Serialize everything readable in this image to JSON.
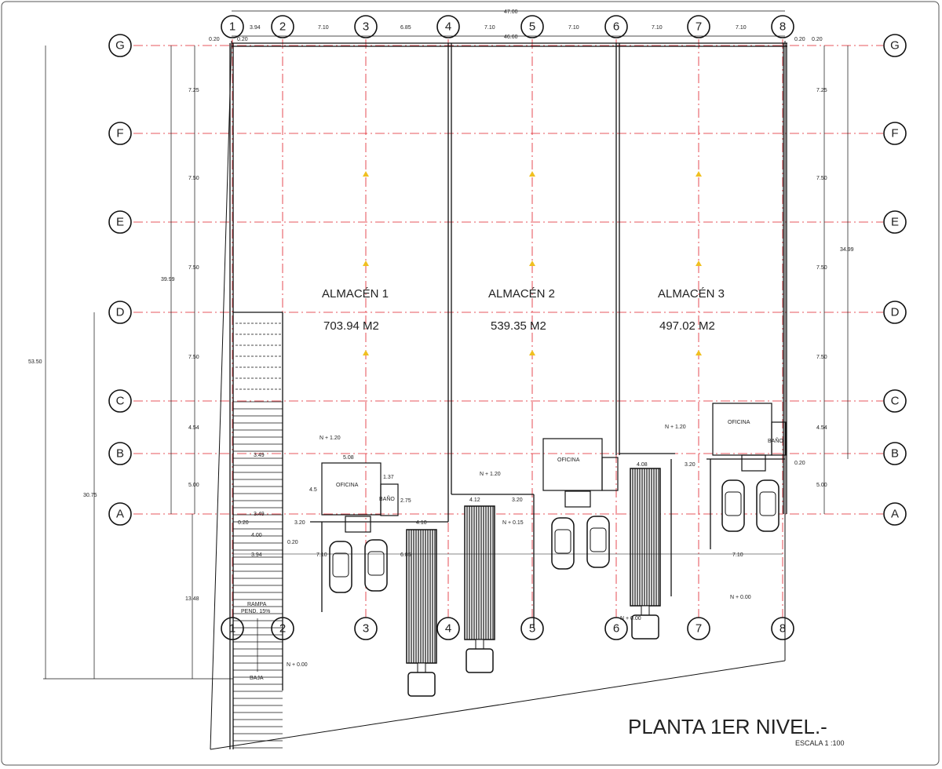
{
  "title": "PLANTA  1ER NIVEL.-",
  "scale": "ESCALA  1 :100",
  "grid_columns": [
    "1",
    "2",
    "3",
    "4",
    "5",
    "6",
    "7",
    "8"
  ],
  "grid_rows": [
    "G",
    "F",
    "E",
    "D",
    "C",
    "B",
    "A"
  ],
  "top_dims": {
    "overall": "47.00",
    "inner": "46.60",
    "spans": [
      "3.94",
      "7.10",
      "6.85",
      "7.10",
      "7.10",
      "7.10",
      "7.10"
    ],
    "offsets": [
      "0.20",
      "0.20",
      "0.20",
      "0.20"
    ]
  },
  "left_dims": {
    "spans": [
      "7.25",
      "7.50",
      "7.50",
      "7.50",
      "4.54",
      "5.00"
    ],
    "total": "39.99",
    "overall": "53.50",
    "lower": "30.75",
    "front": "13.48"
  },
  "right_dims": {
    "spans": [
      "7.25",
      "7.50",
      "7.50",
      "7.50",
      "4.54",
      "5.00"
    ],
    "total": "34.99"
  },
  "warehouses": [
    {
      "name": "ALMACÉN    1",
      "area": "703.94 M2"
    },
    {
      "name": "ALMACÉN    2",
      "area": "539.35 M2"
    },
    {
      "name": "ALMACÉN    3",
      "area": "497.02 M2"
    }
  ],
  "rooms": {
    "office": "OFICINA",
    "bath": "BAÑO"
  },
  "levels": {
    "n120": "N + 1.20",
    "n015": "N + 0.15",
    "n000": "N + 0.00"
  },
  "ramp": {
    "label": "RAMPA",
    "slope": "PEND. 15%",
    "down": "BAJA"
  },
  "misc_dims": {
    "d349": "3.49",
    "d020": "0.20",
    "d400": "4.00",
    "d394": "3.94",
    "d320": "3.20",
    "d508": "5.08",
    "d45": "4.5",
    "d137": "1.37",
    "d275": "2.75",
    "d410": "4.10",
    "d412": "4.12",
    "d408": "4.08",
    "d710": "7.10",
    "d685": "6.85"
  },
  "colors": {
    "axis": "#e0202a",
    "line": "#111111",
    "marker": "#f0c020"
  }
}
